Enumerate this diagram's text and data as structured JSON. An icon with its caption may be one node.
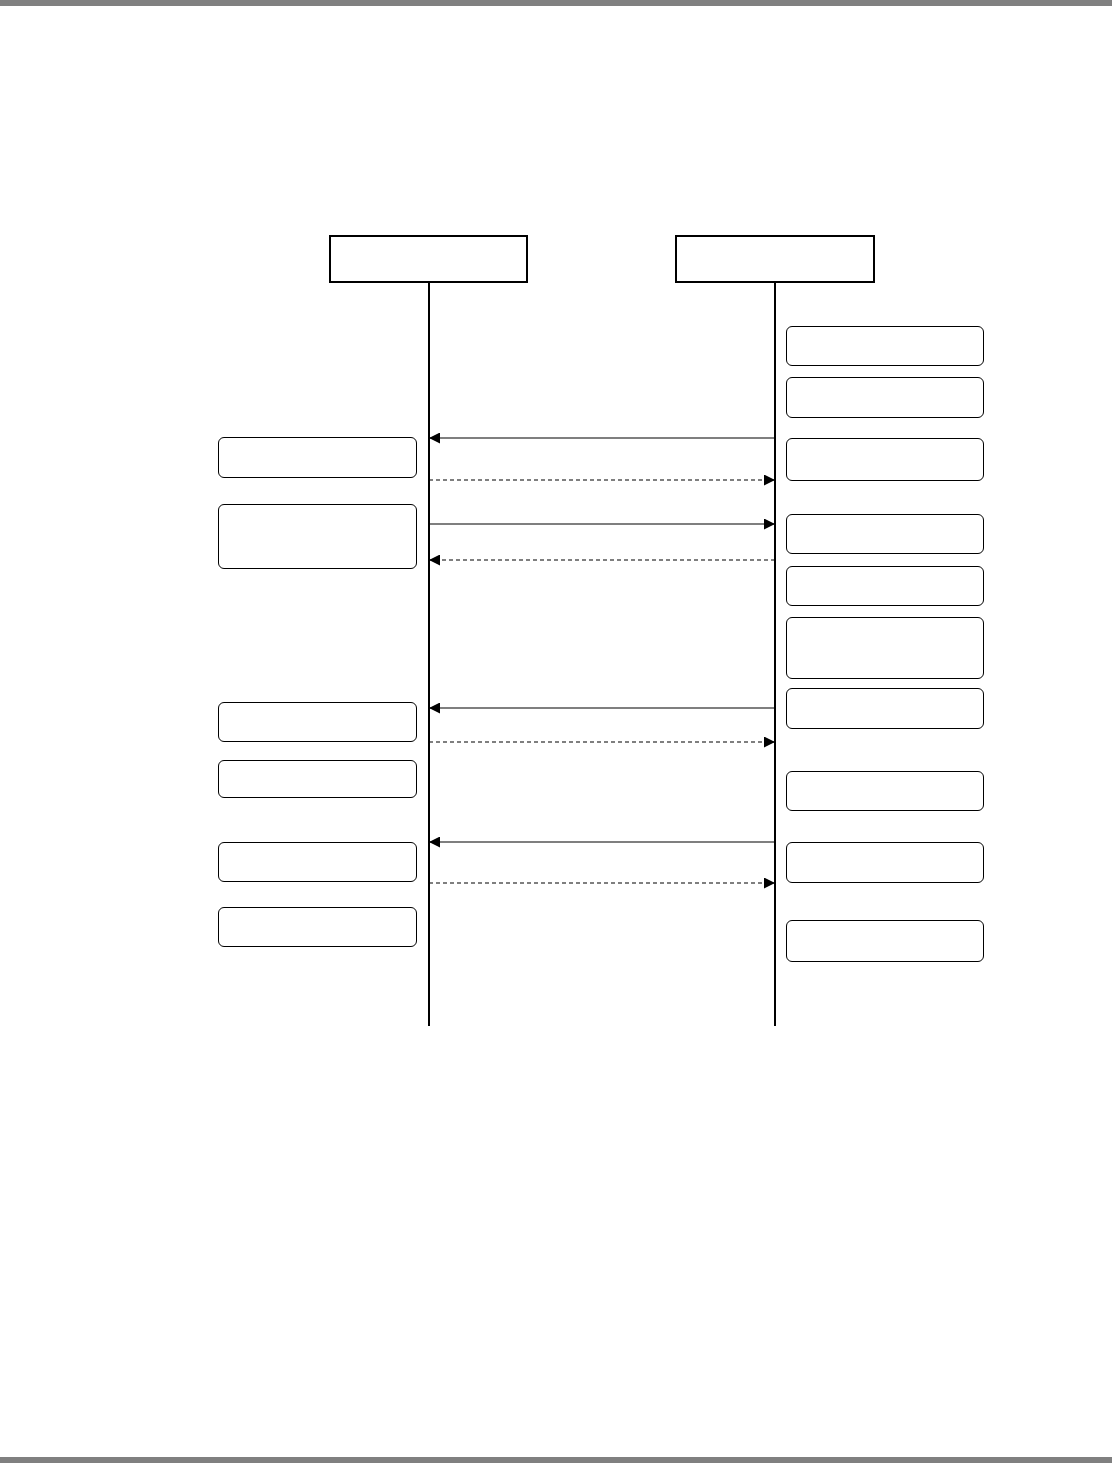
{
  "diagram": {
    "nodes": [
      {
        "text": [],
        "shape": "box"
      },
      {
        "text": [],
        "shape": "box"
      },
      {
        "text": [],
        "shape": "box"
      },
      {
        "text": [],
        "shape": "box"
      },
      {
        "text": [],
        "shape": "box"
      },
      {
        "text": [],
        "shape": "box"
      },
      {
        "text": [],
        "shape": "box"
      },
      {
        "text": [],
        "shape": "box"
      },
      {
        "text": [],
        "shape": "box"
      },
      {
        "text": [],
        "shape": "box"
      },
      {
        "text": [],
        "shape": "box"
      },
      {
        "text": [],
        "shape": "box"
      },
      {
        "text": [],
        "shape": "box"
      },
      {
        "text": [],
        "shape": "box"
      },
      {
        "text": [],
        "shape": "box"
      },
      {
        "text": [],
        "shape": "box"
      },
      {
        "text": [],
        "shape": "box"
      },
      {
        "text": [],
        "shape": "box"
      }
    ],
    "edges": [
      {
        "from": 1,
        "to": 0,
        "arrow": "to"
      },
      {
        "from": 0,
        "to": 1,
        "arrow": "to",
        "style": "dashed"
      },
      {
        "from": 0,
        "to": 1,
        "arrow": "to"
      },
      {
        "from": 1,
        "to": 0,
        "arrow": "to",
        "style": "dashed"
      },
      {
        "from": 1,
        "to": 0,
        "arrow": "to"
      },
      {
        "from": 0,
        "to": 1,
        "arrow": "to",
        "style": "dashed"
      },
      {
        "from": 1,
        "to": 0,
        "arrow": "to"
      },
      {
        "from": 0,
        "to": 1,
        "arrow": "to",
        "style": "dashed"
      }
    ]
  }
}
